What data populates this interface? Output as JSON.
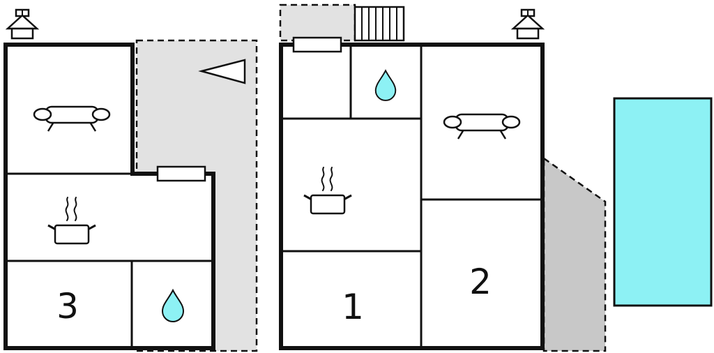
{
  "plan": {
    "type": "floor-plan",
    "units": 2
  },
  "rooms": {
    "room1": {
      "label": "1"
    },
    "room2": {
      "label": "2"
    },
    "room3": {
      "label": "3"
    }
  },
  "colors": {
    "wall": "#111111",
    "terrace_left": "#e2e2e2",
    "terrace_right": "#c8c8c8",
    "water": "#8df1f4",
    "white": "#ffffff"
  },
  "icons": {
    "sofa": "sofa-icon",
    "stove": "stove-pot-icon",
    "steam": "steam-icon",
    "water_drop": "water-drop-icon",
    "chimney": "chimney-icon",
    "stairs": "stairs-icon",
    "direction_arrow": "direction-arrow-icon",
    "window": "window-marker",
    "pool": "swimming-pool"
  }
}
